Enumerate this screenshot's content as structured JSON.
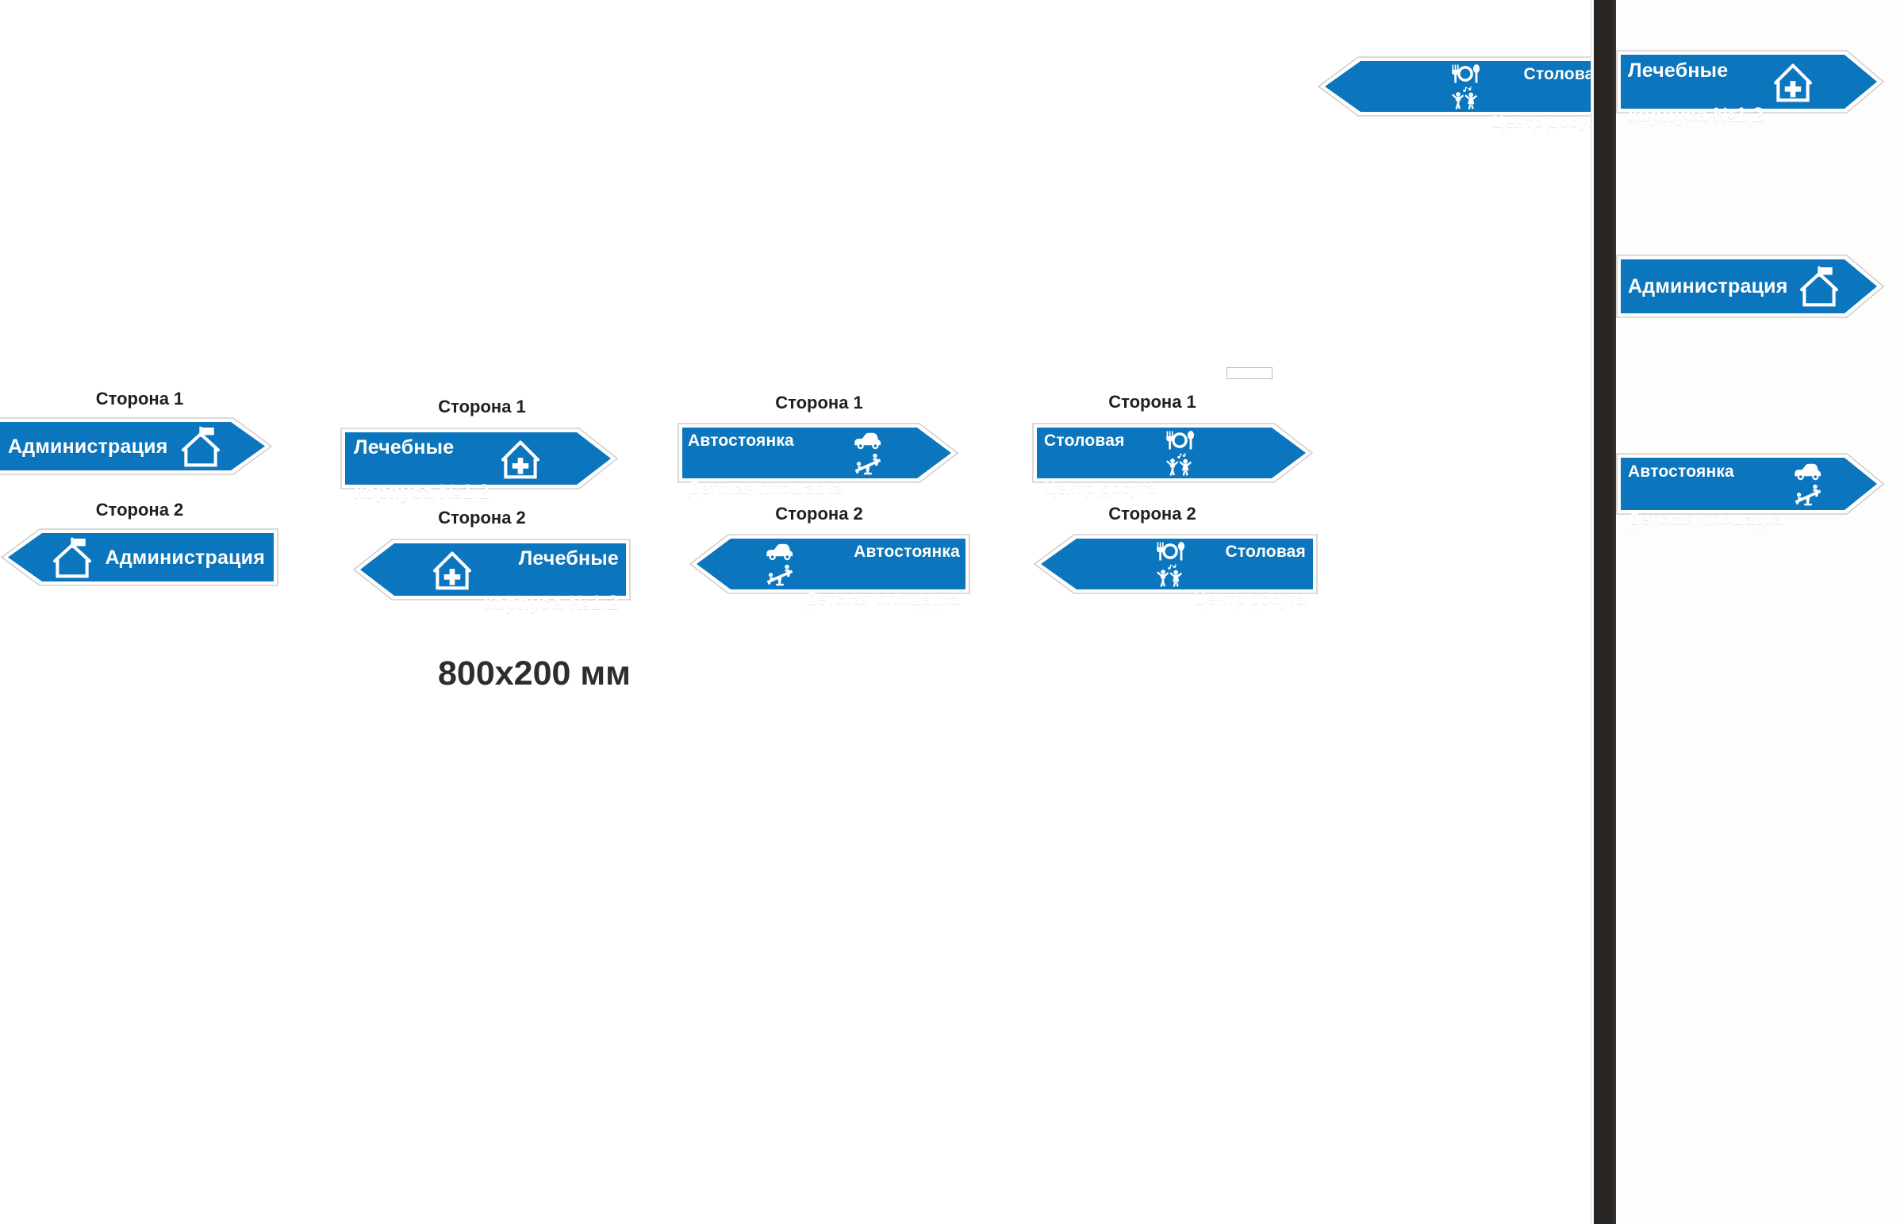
{
  "page": {
    "dimension_label": "800x200 мм",
    "side_1_label": "Сторона 1",
    "side_2_label": "Сторона 2",
    "sign_blue": "#0b76bd",
    "sign_border": "#ffffff",
    "sign_outline": "#cfcfcf",
    "text_color": "#ffffff",
    "label_color": "#231f20",
    "pole_color": "#282523",
    "panel_bg": "#fdfdfc"
  },
  "groups": [
    {
      "name": "administration",
      "side1_label": "Сторона 1",
      "side2_label": "Сторона 2",
      "lines": [
        "Администрация"
      ],
      "icons": [
        "house-flag-icon"
      ]
    },
    {
      "name": "medical-buildings",
      "side1_label": "Сторона 1",
      "side2_label": "Сторона 2",
      "lines": [
        "Лечебные",
        "корпуса №1,2"
      ],
      "icons": [
        "house-cross-icon"
      ]
    },
    {
      "name": "parking-playground",
      "side1_label": "Сторона 1",
      "side2_label": "Сторона 2",
      "lines": [
        "Автостоянка",
        "Детская площадка"
      ],
      "icons": [
        "car-icon",
        "seesaw-icon"
      ]
    },
    {
      "name": "canteen-leisure",
      "side1_label": "Сторона 1",
      "side2_label": "Сторона 2",
      "lines": [
        "Столовая",
        "Центр досуга"
      ],
      "icons": [
        "cutlery-plate-icon",
        "dancing-people-icon"
      ]
    }
  ],
  "photo_panel": {
    "signs": [
      {
        "name": "canteen-leisure-left",
        "lines": [
          "Столовая",
          "Центр досуга"
        ],
        "icons": [
          "cutlery-plate-icon",
          "dancing-people-icon"
        ],
        "direction": "left"
      },
      {
        "name": "medical-buildings-right",
        "lines": [
          "Лечебные",
          "корпуса №1,2"
        ],
        "icons": [
          "house-cross-icon"
        ],
        "direction": "right"
      },
      {
        "name": "administration-right",
        "lines": [
          "Администрация"
        ],
        "icons": [
          "house-flag-icon"
        ],
        "direction": "right"
      },
      {
        "name": "parking-playground-right",
        "lines": [
          "Автостоянка",
          "Детская площадка"
        ],
        "icons": [
          "car-icon",
          "seesaw-icon"
        ],
        "direction": "right"
      }
    ]
  }
}
